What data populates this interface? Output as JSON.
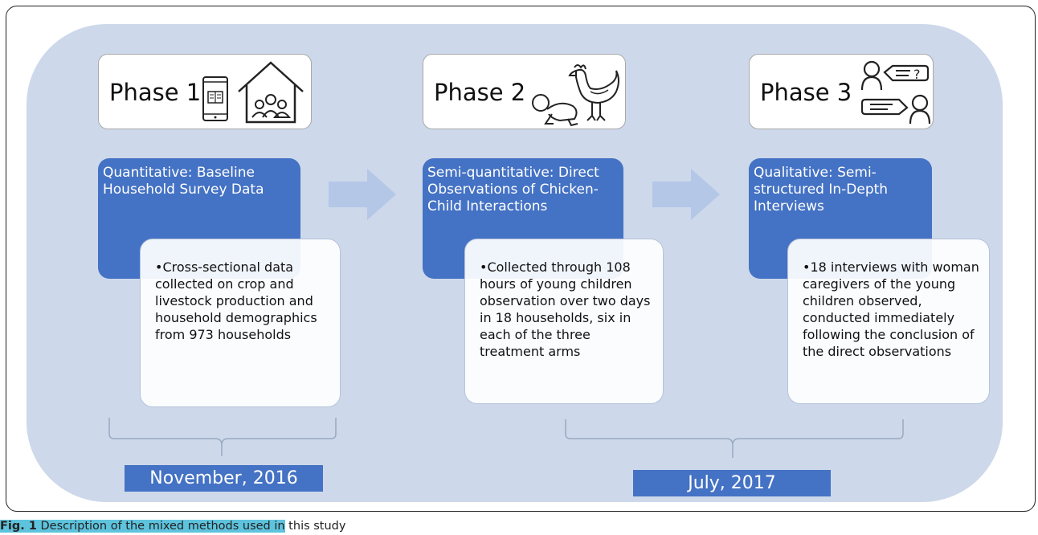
{
  "phases": [
    {
      "title": "Phase 1",
      "method": "Quantitative: Baseline Household Survey Data",
      "detail": "•Cross-sectional data collected on crop and livestock production and household demographics from 973 households"
    },
    {
      "title": "Phase 2",
      "method": "Semi-quantitative: Direct Observations of Chicken-Child Interactions",
      "detail": "•Collected through 108 hours of young children observation over two days in 18 households, six in each of the three treatment arms"
    },
    {
      "title": "Phase 3",
      "method": "Qualitative: Semi-structured In-Depth Interviews",
      "detail": "•18 interviews with woman caregivers of the young children observed, conducted immediately following the conclusion of the direct observations"
    }
  ],
  "dates": [
    "November, 2016",
    "July, 2017"
  ],
  "caption": {
    "label": "Fig. 1",
    "highlighted": " Description of the mixed methods used in",
    "rest": " this study"
  },
  "icons": [
    "tablet-icon",
    "household-icon",
    "baby-icon",
    "chicken-icon",
    "interview-icon"
  ],
  "colors": {
    "background": "#cdd8ea",
    "box_blue": "#4472c4",
    "arrow": "#b4c7e7",
    "caption_highlight": "#5ec3dd"
  }
}
